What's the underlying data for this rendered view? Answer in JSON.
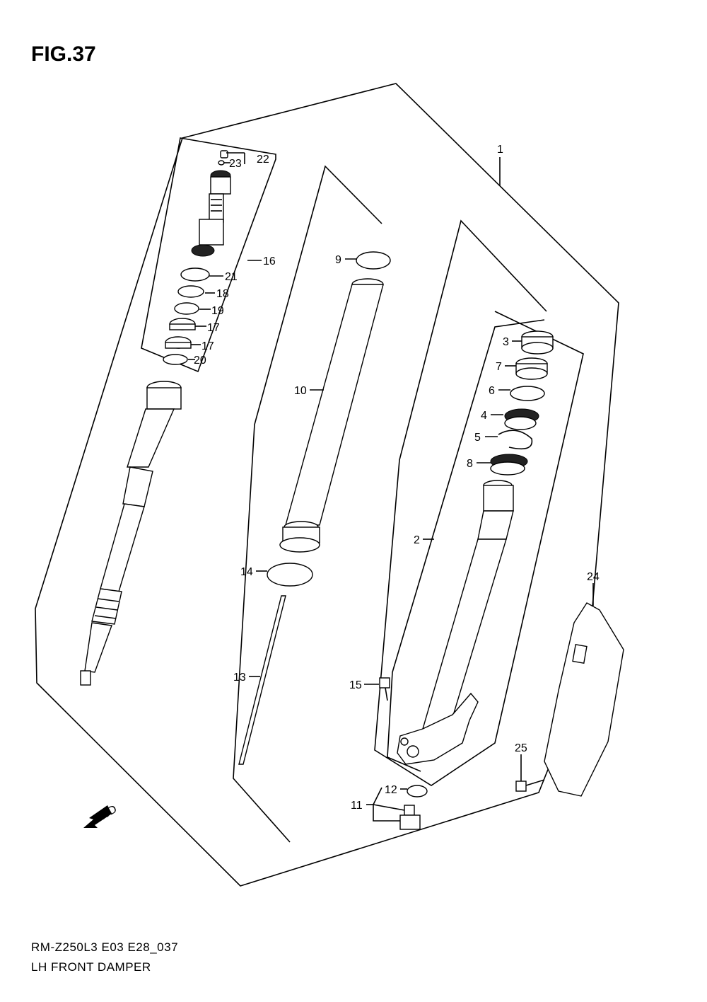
{
  "figure": {
    "title": "FIG.37",
    "code": "RM-Z250L3 E03 E28_037",
    "name": "LH FRONT DAMPER",
    "fwd_label": "FWD"
  },
  "callouts": {
    "p1": "1",
    "p2": "2",
    "p3": "3",
    "p4": "4",
    "p5": "5",
    "p6": "6",
    "p7": "7",
    "p8": "8",
    "p9": "9",
    "p10": "10",
    "p11": "11",
    "p12": "12",
    "p13": "13",
    "p14": "14",
    "p15": "15",
    "p16": "16",
    "p17a": "17",
    "p17b": "17",
    "p18": "18",
    "p19": "19",
    "p20": "20",
    "p21": "21",
    "p22": "22",
    "p23": "23",
    "p24": "24",
    "p25": "25"
  }
}
